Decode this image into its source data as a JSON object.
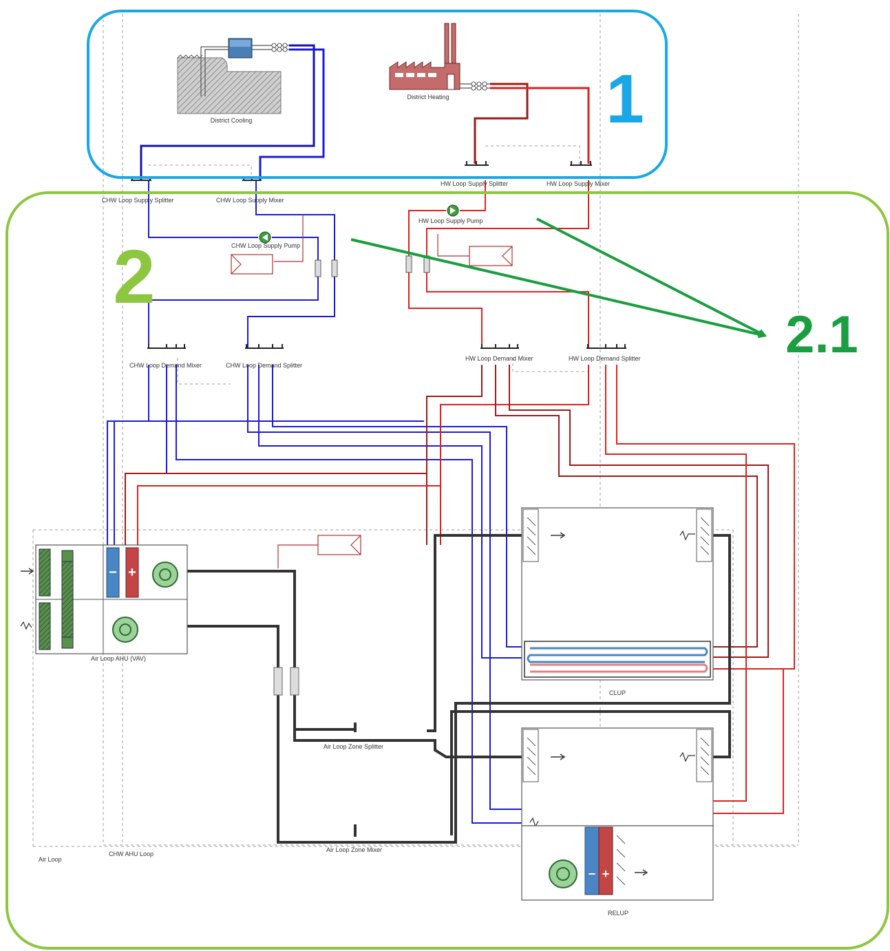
{
  "colors": {
    "region_1_border": "#1aa7e8",
    "region_2_border": "#8dc63f",
    "region_1_number": "#1aa7e8",
    "region_2_number": "#8dc63f",
    "arrow_2_1": "#1a9e3f",
    "chilled_water_pipe": "#1a1ae0",
    "hot_water_pipe": "#e02020",
    "hot_water_return_pipe": "#a01818",
    "air_duct": "#333333",
    "control_line": "#b03030"
  },
  "callouts": {
    "region_1": "1",
    "region_2": "2",
    "arrow_label": "2.1"
  },
  "plant": {
    "district_cooling": "District Cooling",
    "district_heating": "District Heating"
  },
  "loops": {
    "chw_supply_splitter": "CHW Loop Supply Splitter",
    "chw_supply_mixer": "CHW Loop Supply Mixer",
    "chw_supply_pump": "CHW Loop Supply Pump",
    "chw_demand_mixer": "CHW Loop Demand Mixer",
    "chw_demand_splitter": "CHW Loop Demand Splitter",
    "hw_supply_splitter": "HW Loop Supply Splitter",
    "hw_supply_mixer": "HW Loop Supply Mixer",
    "hw_supply_pump": "HW Loop Supply Pump",
    "hw_demand_mixer": "HW Loop Demand Mixer",
    "hw_demand_splitter": "HW Loop Demand Splitter"
  },
  "air": {
    "ahu": "Air Loop AHU (VAV)",
    "zone_splitter": "Air Loop Zone Splitter",
    "zone_mixer": "Air Loop Zone Mixer",
    "air_loop": "Air Loop",
    "chw_ahu_loop": "CHW AHU Loop"
  },
  "zones": {
    "top_zone": "CLUP",
    "bottom_zone": "RELUP"
  },
  "glyphs": {
    "minus": "−",
    "plus": "+"
  }
}
